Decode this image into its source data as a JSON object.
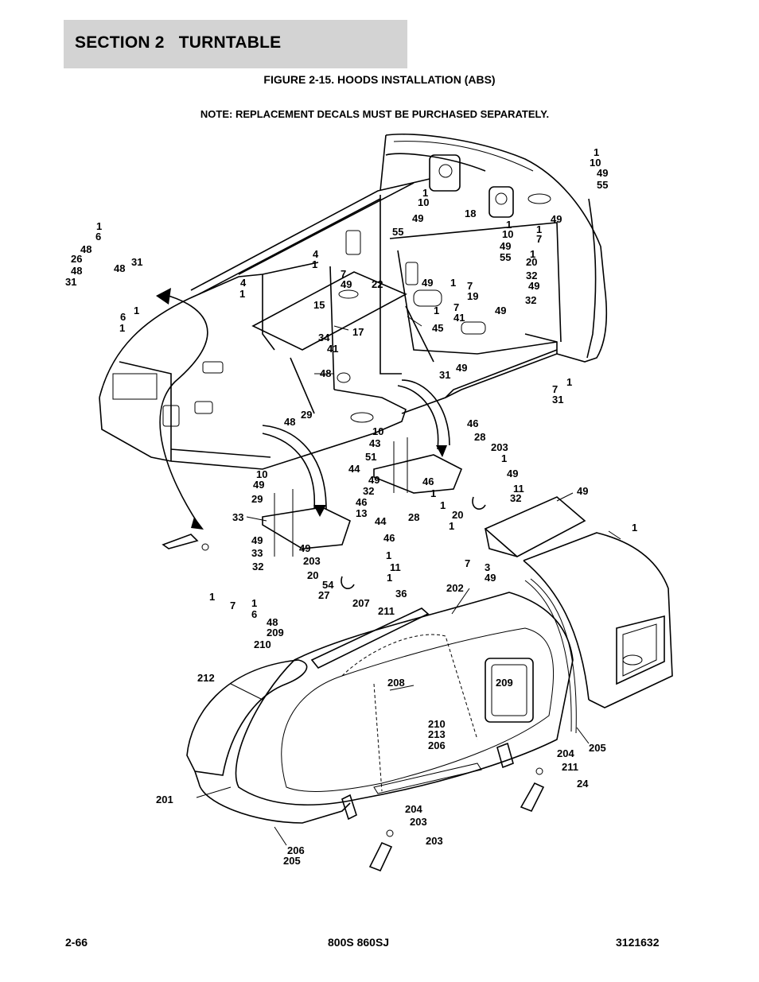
{
  "header": {
    "section_title": "SECTION 2   TURNTABLE",
    "figure_title": "FIGURE 2-15. HOODS INSTALLATION (ABS)",
    "note": "NOTE: REPLACEMENT DECALS MUST BE PURCHASED SEPARATELY."
  },
  "callouts": [
    "1",
    "10",
    "49",
    "55",
    "1",
    "10",
    "49",
    "55",
    "18",
    "1",
    "10",
    "49",
    "1",
    "7",
    "49",
    "55",
    "1",
    "20",
    "32",
    "49",
    "32",
    "1",
    "6",
    "48",
    "26",
    "48",
    "31",
    "31",
    "48",
    "1",
    "6",
    "1",
    "4",
    "1",
    "4",
    "1",
    "7",
    "49",
    "22",
    "15",
    "17",
    "49",
    "1",
    "7",
    "19",
    "49",
    "1",
    "7",
    "41",
    "45",
    "34",
    "41",
    "48",
    "31",
    "49",
    "1",
    "7",
    "31",
    "48",
    "29",
    "46",
    "28",
    "203",
    "1",
    "10",
    "43",
    "51",
    "44",
    "49",
    "32",
    "46",
    "49",
    "1",
    "11",
    "32",
    "1",
    "20",
    "1",
    "10",
    "49",
    "29",
    "46",
    "13",
    "33",
    "28",
    "44",
    "49",
    "33",
    "32",
    "49",
    "203",
    "46",
    "1",
    "11",
    "1",
    "20",
    "54",
    "27",
    "49",
    "1",
    "7",
    "3",
    "49",
    "1",
    "7",
    "1",
    "6",
    "48",
    "209",
    "210",
    "207",
    "211",
    "36",
    "202",
    "212",
    "208",
    "209",
    "210",
    "213",
    "206",
    "205",
    "204",
    "211",
    "24",
    "201",
    "206",
    "205",
    "204",
    "203",
    "203"
  ],
  "footer": {
    "page": "2-66",
    "model": "800S 860SJ",
    "part_number": "3121632"
  }
}
